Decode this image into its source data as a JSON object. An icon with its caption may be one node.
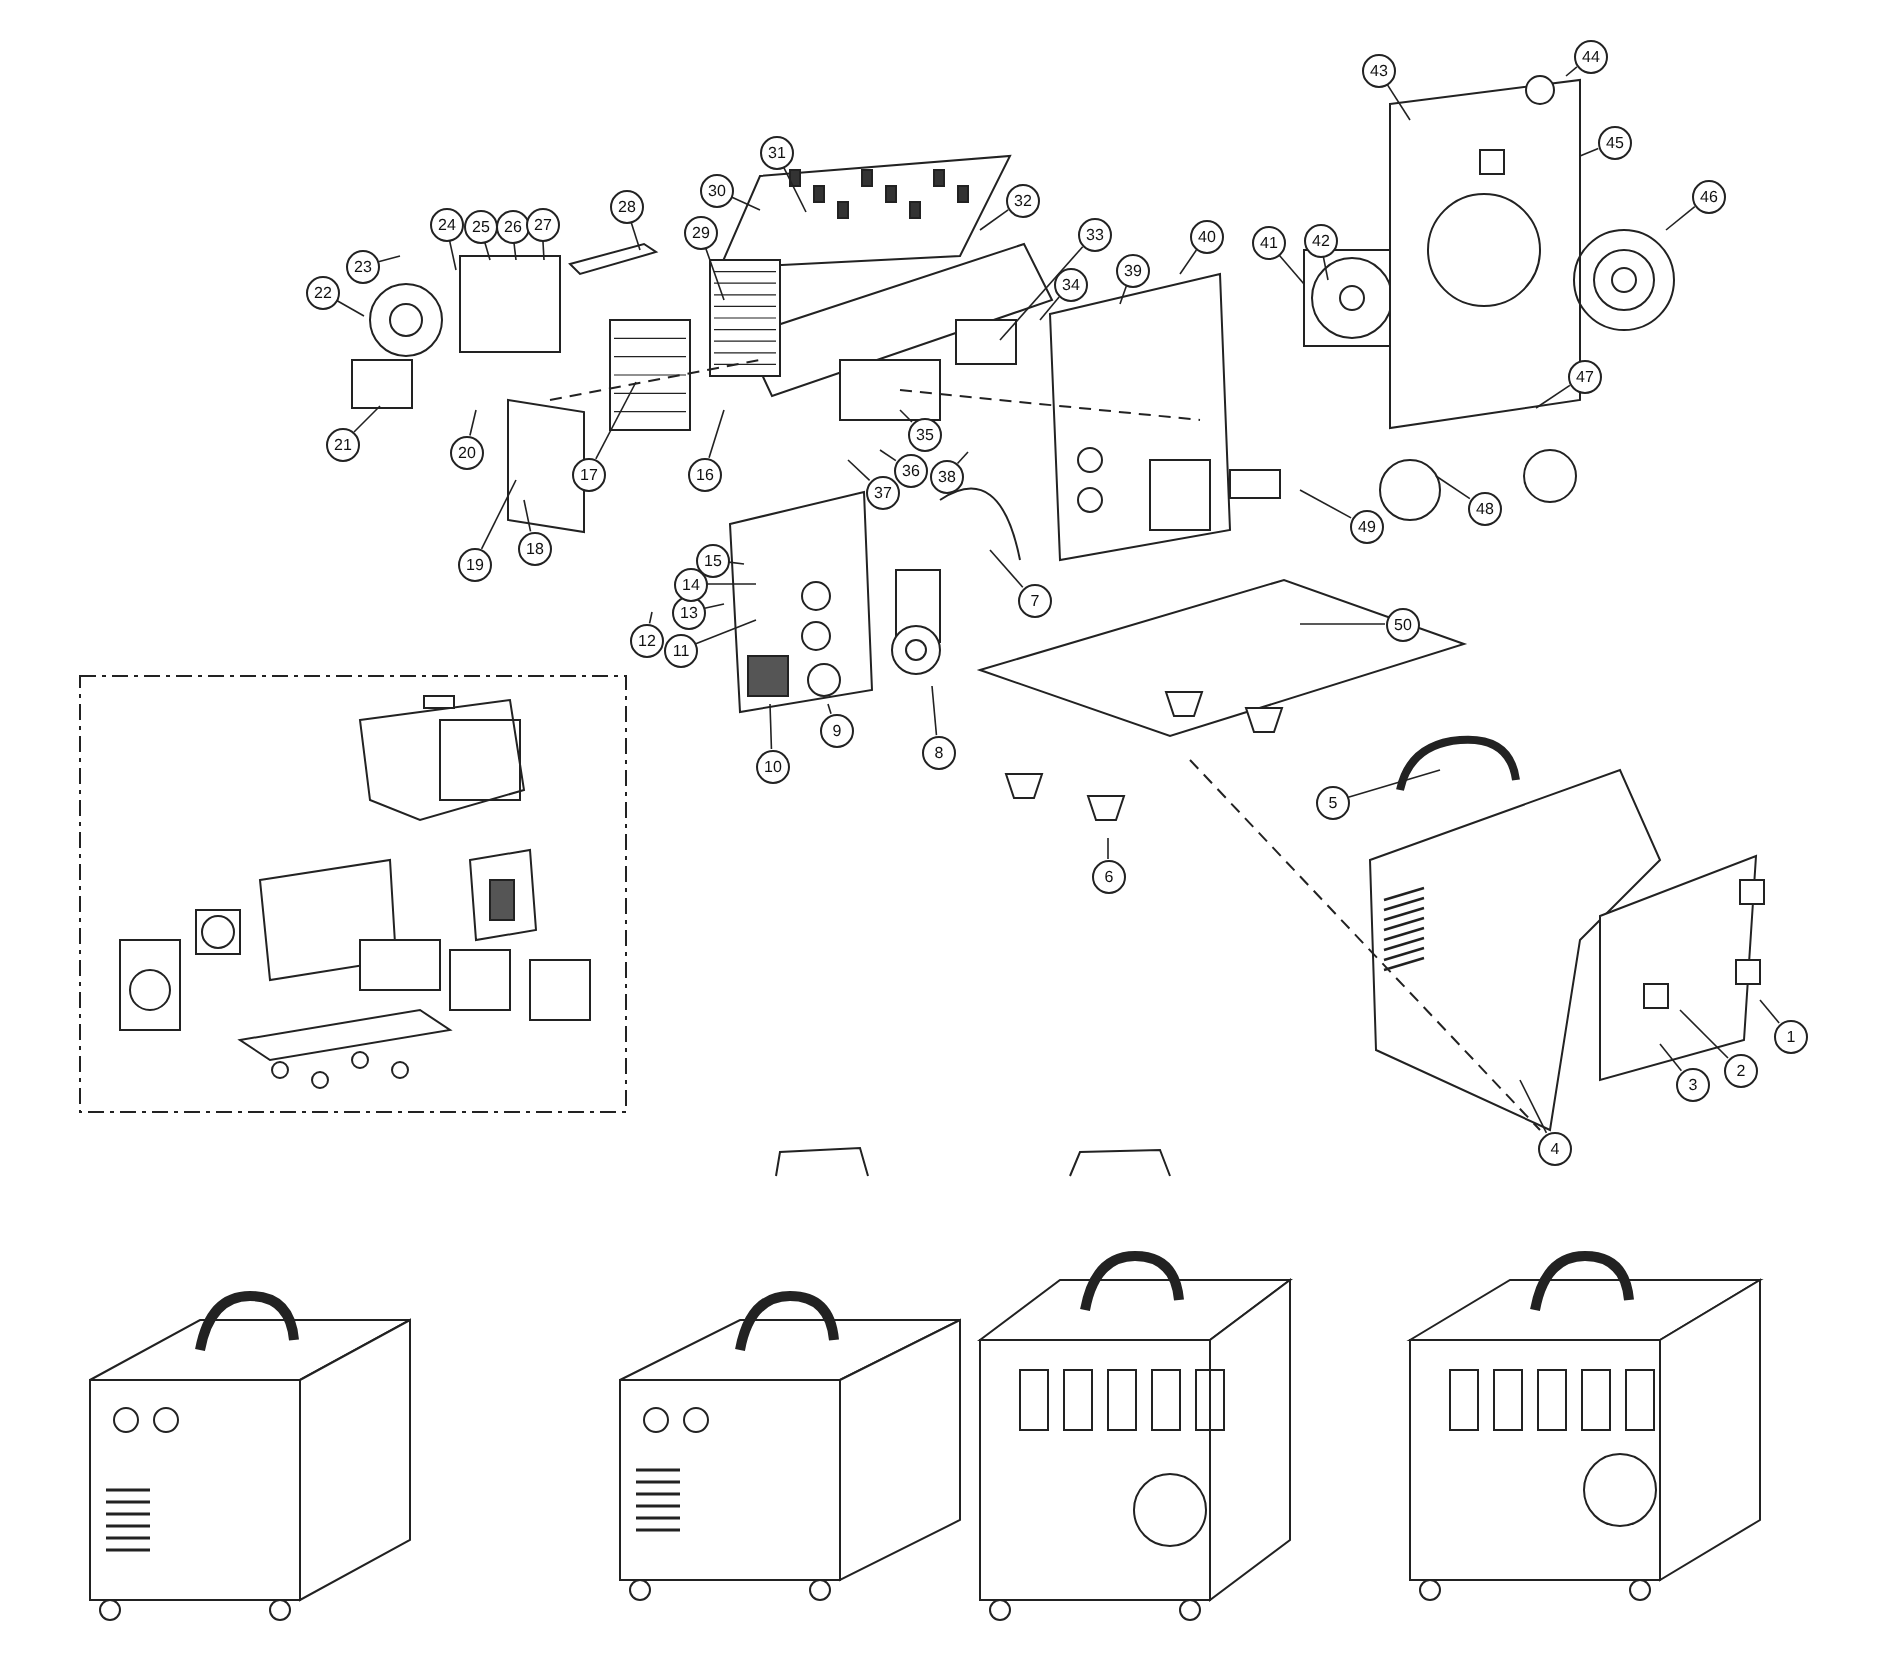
{
  "diagram": {
    "nodes": [
      {
        "text": [
          "1"
        ]
      },
      {
        "text": [
          "2"
        ]
      },
      {
        "text": [
          "3"
        ]
      },
      {
        "text": [
          "4"
        ]
      },
      {
        "text": [
          "5"
        ]
      },
      {
        "text": [
          "6"
        ]
      },
      {
        "text": [
          "7"
        ]
      },
      {
        "text": [
          "8"
        ]
      },
      {
        "text": [
          "9"
        ]
      },
      {
        "text": [
          "10"
        ]
      },
      {
        "text": [
          "11"
        ]
      },
      {
        "text": [
          "12"
        ]
      },
      {
        "text": [
          "13"
        ]
      },
      {
        "text": [
          "14"
        ]
      },
      {
        "text": [
          "15"
        ]
      },
      {
        "text": [
          "16"
        ]
      },
      {
        "text": [
          "17"
        ]
      },
      {
        "text": [
          "18"
        ]
      },
      {
        "text": [
          "19"
        ]
      },
      {
        "text": [
          "20"
        ]
      },
      {
        "text": [
          "21"
        ]
      },
      {
        "text": [
          "22"
        ]
      },
      {
        "text": [
          "23"
        ]
      },
      {
        "text": [
          "24"
        ]
      },
      {
        "text": [
          "25"
        ]
      },
      {
        "text": [
          "26"
        ]
      },
      {
        "text": [
          "27"
        ]
      },
      {
        "text": [
          "28"
        ]
      },
      {
        "text": [
          "29"
        ]
      },
      {
        "text": [
          "30"
        ]
      },
      {
        "text": [
          "31"
        ]
      },
      {
        "text": [
          "32"
        ]
      },
      {
        "text": [
          "33"
        ]
      },
      {
        "text": [
          "34"
        ]
      },
      {
        "text": [
          "35"
        ]
      },
      {
        "text": [
          "36"
        ]
      },
      {
        "text": [
          "37"
        ]
      },
      {
        "text": [
          "38"
        ]
      },
      {
        "text": [
          "39"
        ]
      },
      {
        "text": [
          "40"
        ]
      },
      {
        "text": [
          "41"
        ]
      },
      {
        "text": [
          "42"
        ]
      },
      {
        "text": [
          "43"
        ]
      },
      {
        "text": [
          "44"
        ]
      },
      {
        "text": [
          "45"
        ]
      },
      {
        "text": [
          "46"
        ]
      },
      {
        "text": [
          "47"
        ]
      },
      {
        "text": [
          "48"
        ]
      },
      {
        "text": [
          "49"
        ]
      },
      {
        "text": [
          "50"
        ]
      }
    ],
    "edges": [
      {
        "from": 0,
        "to": null,
        "arrow": "none"
      },
      {
        "from": 1,
        "to": null,
        "arrow": "none"
      },
      {
        "from": 2,
        "to": null,
        "arrow": "none"
      },
      {
        "from": 3,
        "to": null,
        "arrow": "none"
      },
      {
        "from": 4,
        "to": null,
        "arrow": "none"
      },
      {
        "from": 5,
        "to": null,
        "arrow": "none"
      },
      {
        "from": 6,
        "to": null,
        "arrow": "none"
      },
      {
        "from": 7,
        "to": null,
        "arrow": "none"
      },
      {
        "from": 8,
        "to": null,
        "arrow": "none"
      },
      {
        "from": 9,
        "to": null,
        "arrow": "none"
      },
      {
        "from": 10,
        "to": null,
        "arrow": "none"
      },
      {
        "from": 11,
        "to": null,
        "arrow": "none"
      },
      {
        "from": 12,
        "to": null,
        "arrow": "none"
      },
      {
        "from": 13,
        "to": null,
        "arrow": "none"
      },
      {
        "from": 14,
        "to": null,
        "arrow": "none"
      },
      {
        "from": 15,
        "to": null,
        "arrow": "none"
      },
      {
        "from": 16,
        "to": null,
        "arrow": "none"
      },
      {
        "from": 17,
        "to": null,
        "arrow": "none"
      },
      {
        "from": 18,
        "to": null,
        "arrow": "none"
      },
      {
        "from": 19,
        "to": null,
        "arrow": "none"
      },
      {
        "from": 20,
        "to": null,
        "arrow": "none"
      },
      {
        "from": 21,
        "to": null,
        "arrow": "none"
      },
      {
        "from": 22,
        "to": null,
        "arrow": "none"
      },
      {
        "from": 23,
        "to": null,
        "arrow": "none"
      },
      {
        "from": 24,
        "to": null,
        "arrow": "none"
      },
      {
        "from": 25,
        "to": null,
        "arrow": "none"
      },
      {
        "from": 26,
        "to": null,
        "arrow": "none"
      },
      {
        "from": 27,
        "to": null,
        "arrow": "none"
      },
      {
        "from": 28,
        "to": null,
        "arrow": "none"
      },
      {
        "from": 29,
        "to": null,
        "arrow": "none"
      },
      {
        "from": 30,
        "to": null,
        "arrow": "none"
      },
      {
        "from": 31,
        "to": null,
        "arrow": "none"
      },
      {
        "from": 32,
        "to": null,
        "arrow": "none"
      },
      {
        "from": 33,
        "to": null,
        "arrow": "none"
      },
      {
        "from": 34,
        "to": null,
        "arrow": "none"
      },
      {
        "from": 35,
        "to": null,
        "arrow": "none"
      },
      {
        "from": 36,
        "to": null,
        "arrow": "none"
      },
      {
        "from": 37,
        "to": null,
        "arrow": "none"
      },
      {
        "from": 38,
        "to": null,
        "arrow": "none"
      },
      {
        "from": 39,
        "to": null,
        "arrow": "none"
      },
      {
        "from": 40,
        "to": null,
        "arrow": "none"
      },
      {
        "from": 41,
        "to": null,
        "arrow": "none"
      },
      {
        "from": 42,
        "to": null,
        "arrow": "none"
      },
      {
        "from": 43,
        "to": null,
        "arrow": "none"
      },
      {
        "from": 44,
        "to": null,
        "arrow": "none"
      },
      {
        "from": 45,
        "to": null,
        "arrow": "none"
      },
      {
        "from": 46,
        "to": null,
        "arrow": "none"
      },
      {
        "from": 47,
        "to": null,
        "arrow": "none"
      },
      {
        "from": 48,
        "to": null,
        "arrow": "none"
      },
      {
        "from": 49,
        "to": null,
        "arrow": "none"
      }
    ]
  }
}
